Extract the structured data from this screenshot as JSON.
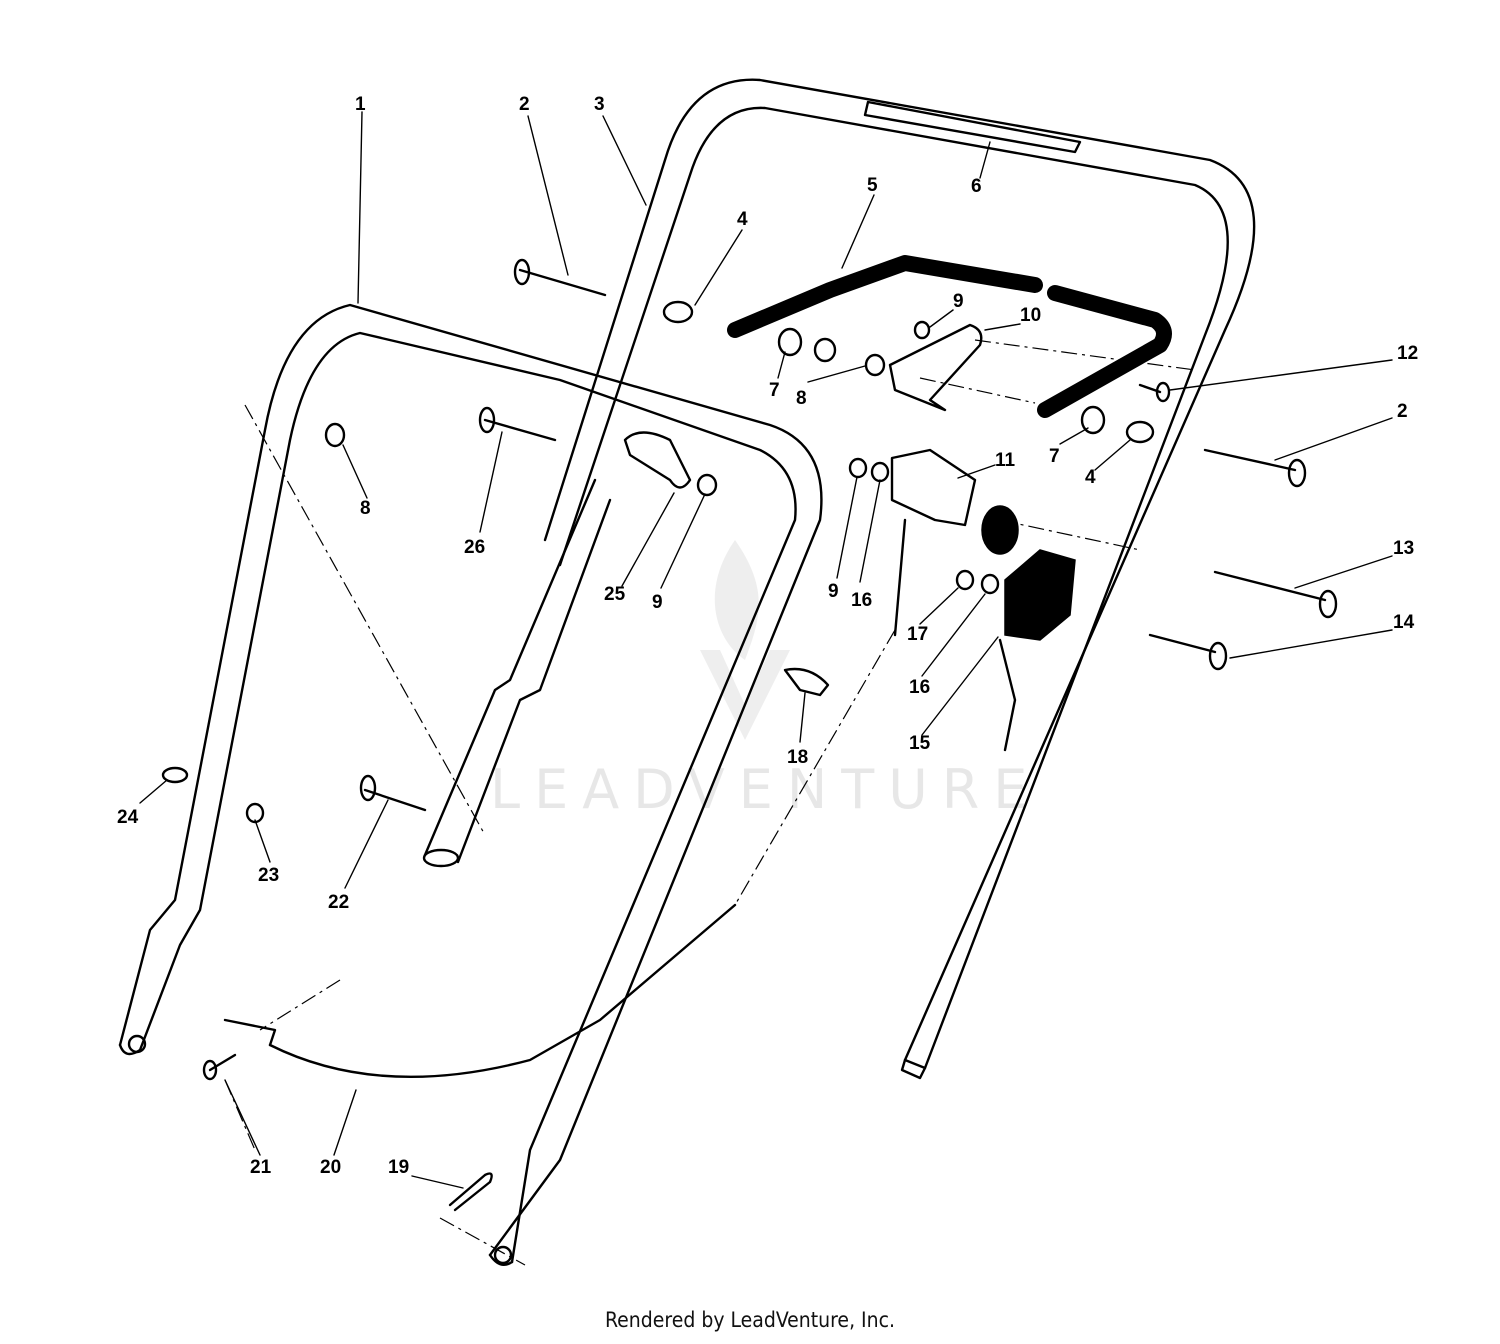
{
  "watermark": {
    "text": "LEADVENTURE",
    "color": "#d4d4d4"
  },
  "footer": {
    "text": "Rendered by LeadVenture, Inc."
  },
  "callouts": [
    {
      "id": "c1",
      "label": "1"
    },
    {
      "id": "c2a",
      "label": "2"
    },
    {
      "id": "c3",
      "label": "3"
    },
    {
      "id": "c4a",
      "label": "4"
    },
    {
      "id": "c5",
      "label": "5"
    },
    {
      "id": "c6",
      "label": "6"
    },
    {
      "id": "c9a",
      "label": "9"
    },
    {
      "id": "c10",
      "label": "10"
    },
    {
      "id": "c12",
      "label": "12"
    },
    {
      "id": "c7a",
      "label": "7"
    },
    {
      "id": "c8a",
      "label": "8"
    },
    {
      "id": "c2b",
      "label": "2"
    },
    {
      "id": "c7b",
      "label": "7"
    },
    {
      "id": "c4b",
      "label": "4"
    },
    {
      "id": "c11",
      "label": "11"
    },
    {
      "id": "c8b",
      "label": "8"
    },
    {
      "id": "c26",
      "label": "26"
    },
    {
      "id": "c25",
      "label": "25"
    },
    {
      "id": "c9b",
      "label": "9"
    },
    {
      "id": "c9c",
      "label": "9"
    },
    {
      "id": "c16a",
      "label": "16"
    },
    {
      "id": "c13",
      "label": "13"
    },
    {
      "id": "c14",
      "label": "14"
    },
    {
      "id": "c17",
      "label": "17"
    },
    {
      "id": "c16b",
      "label": "16"
    },
    {
      "id": "c15",
      "label": "15"
    },
    {
      "id": "c18",
      "label": "18"
    },
    {
      "id": "c24",
      "label": "24"
    },
    {
      "id": "c23",
      "label": "23"
    },
    {
      "id": "c22",
      "label": "22"
    },
    {
      "id": "c21",
      "label": "21"
    },
    {
      "id": "c20",
      "label": "20"
    },
    {
      "id": "c19",
      "label": "19"
    }
  ]
}
